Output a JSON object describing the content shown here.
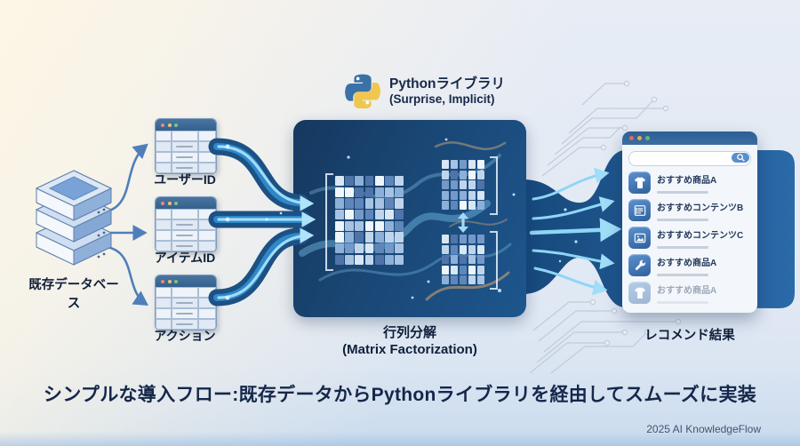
{
  "colors": {
    "python_blue": "#3a72a7",
    "python_yellow": "#f0c64f",
    "box_navy": "#1a4775",
    "band_blue": "#1f5587",
    "flow_cyan": "#8fd6f6",
    "accent_arrow_blue": "#4e7fba",
    "headline_navy": "#15274a"
  },
  "database": {
    "label": "既存データベース"
  },
  "tables": [
    {
      "label": "ユーザーID"
    },
    {
      "label": "アイテムID"
    },
    {
      "label": "アクション"
    }
  ],
  "python": {
    "title": "Pythonライブラリ",
    "subtitle": "(Surprise, Implicit)"
  },
  "matrix_box": {
    "label_jp": "行列分解",
    "label_en": "(Matrix Factorization)",
    "large_grid": {
      "rows": 8,
      "cols": 7
    },
    "factor_grid": {
      "rows": 5,
      "cols": 5
    }
  },
  "browser": {
    "label": "レコメンド結果",
    "items": [
      {
        "icon": "tshirt-icon",
        "label": "おすすめ商品A"
      },
      {
        "icon": "list-icon",
        "label": "おすすめコンテンツB"
      },
      {
        "icon": "image-icon",
        "label": "おすすめコンテンツC"
      },
      {
        "icon": "wrench-icon",
        "label": "おすすめ商品A"
      },
      {
        "icon": "tshirt-icon",
        "label": "おすすめ商品A"
      }
    ]
  },
  "headline": "シンプルな導入フロー:既存データからPythonライブラリを経由してスムーズに実装",
  "credit": "2025 AI KnowledgeFlow"
}
